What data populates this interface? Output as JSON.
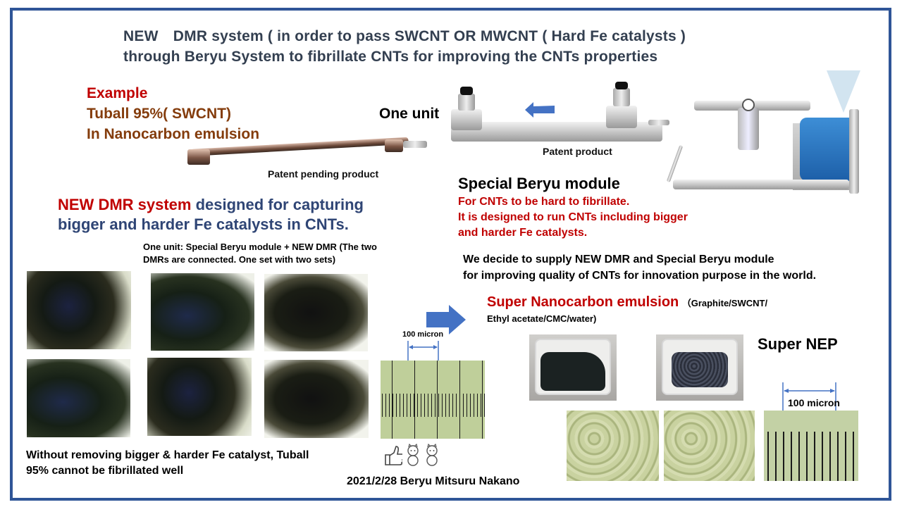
{
  "header": {
    "title_line1": "NEW　DMR system ( in order to pass SWCNT OR MWCNT ( Hard Fe catalysts )",
    "title_line2": "through Beryu System to fibrillate CNTs for improving the CNTs properties"
  },
  "example": {
    "label": "Example",
    "material": "Tuball 95%( SWCNT)",
    "medium": "In Nanocarbon emulsion"
  },
  "equipment": {
    "one_unit_label": "One unit",
    "rod_caption": "Patent pending product",
    "pipe_caption": "Patent product",
    "flow_arrow_icon": "arrow-left-icon"
  },
  "beryu_module": {
    "title": "Special Beryu module",
    "desc_line1": "For CNTs to be hard to fibrillate.",
    "desc_line2": "It is designed to run CNTs including bigger",
    "desc_line3": "and harder Fe catalysts."
  },
  "decision": {
    "line1": "We decide to supply NEW DMR and Special Beryu module",
    "line2": "for improving quality of CNTs for innovation purpose in the world."
  },
  "dmr_system": {
    "head_red": "NEW DMR system",
    "head_rest": " designed for capturing",
    "head_line2": "bigger and harder Fe catalysts in CNTs.",
    "note_line1": "One unit: Special Beryu module + NEW DMR (The two",
    "note_line2": "DMRs are connected. One set with two sets)"
  },
  "micrographs_before": {
    "count": 6,
    "scale_label": "100 micron"
  },
  "super_nanocarbon": {
    "title": "Super Nanocarbon  emulsion",
    "composition_line1": "（Graphite/SWCNT/",
    "composition_line2": "Ethyl acetate/CMC/water)",
    "super_nep_label": "Super NEP",
    "scale_label": "100 micron",
    "arrow_icon": "arrow-right-icon"
  },
  "footer": {
    "without_line1": "Without removing bigger & harder Fe catalyst, Tuball",
    "without_line2": "95% cannot be fibrillated well",
    "signature": "2021/2/28 Beryu Mitsuru Nakano",
    "icons": [
      "thumbs-up-icon",
      "lucky-cat-icon",
      "lucky-cat-icon"
    ]
  },
  "colors": {
    "frame": "#2F5597",
    "title": "#333F50",
    "red": "#C00000",
    "brown": "#843C0C",
    "navy": "#2F4575",
    "arrow": "#4472C4"
  }
}
